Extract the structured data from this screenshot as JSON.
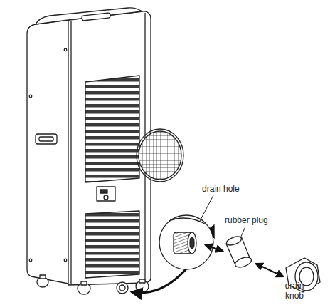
{
  "diagram": {
    "labels": [
      "drain hole",
      "rubber plug",
      "drain knob"
    ]
  }
}
